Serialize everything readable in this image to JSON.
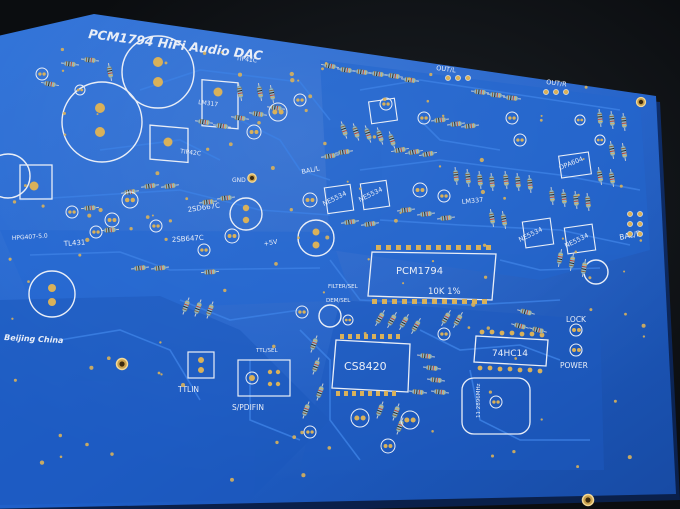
{
  "board": {
    "title": "PCM1794 HiFi Audio DAC",
    "origin": "Beijing China",
    "colors": {
      "solder_mask": "#1f5fc8",
      "solder_mask_dark": "#17469a",
      "silkscreen": "#e9eef7",
      "pad_gold": "#d9b15a",
      "resistor_body": "#8fb7c9",
      "background": "#111417"
    }
  },
  "labels": {
    "dac_chip": "PCM1794",
    "receiver_chip": "CS8420",
    "logic_chip": "74HC14",
    "pot_value": "10K 1%",
    "ttl_in": "TTLIN",
    "spdif_in": "S/PDIFIN",
    "lock": "LOCK",
    "power": "POWER",
    "bal_r": "BAL/R",
    "bal_l": "BAL/L",
    "out_l": "OUT/L",
    "out_r": "OUT/R",
    "tip_top": "TIP41C",
    "tip_bottom": "TIP42C",
    "reg_1": "LM317",
    "reg_2": "LM337",
    "transistor_1": "2SD667C",
    "transistor_2": "2SB647C",
    "tl431": "TL431",
    "ne5534_a": "NE5534",
    "ne5534_b": "NE5534",
    "ne5534_c": "NE5534",
    "ne5534_d": "NE5534",
    "opa604": "OPA604",
    "gnd": "GND",
    "filter_sel": "FILTER/SEL",
    "dem_sel": "DEM/SEL",
    "crystal": "11.2896MHz",
    "plus5v": "+5V",
    "input_sel": "TTL/SEL",
    "hpg": "HPG407-5.0"
  }
}
